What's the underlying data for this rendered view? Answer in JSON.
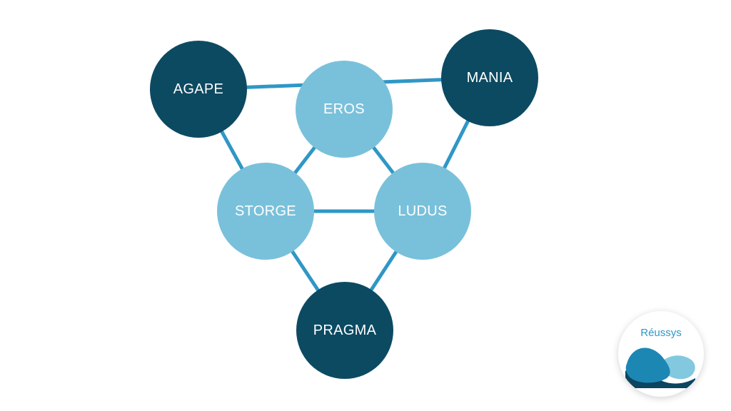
{
  "diagram": {
    "nodes": [
      {
        "id": "agape",
        "label": "AGAPE",
        "variant": "dark"
      },
      {
        "id": "mania",
        "label": "MANIA",
        "variant": "dark"
      },
      {
        "id": "eros",
        "label": "EROS",
        "variant": "light"
      },
      {
        "id": "storge",
        "label": "STORGE",
        "variant": "light"
      },
      {
        "id": "ludus",
        "label": "LUDUS",
        "variant": "light"
      },
      {
        "id": "pragma",
        "label": "PRAGMA",
        "variant": "dark"
      }
    ],
    "edges": [
      [
        "agape",
        "mania"
      ],
      [
        "agape",
        "storge"
      ],
      [
        "mania",
        "ludus"
      ],
      [
        "eros",
        "storge"
      ],
      [
        "eros",
        "ludus"
      ],
      [
        "storge",
        "ludus"
      ],
      [
        "storge",
        "pragma"
      ],
      [
        "ludus",
        "pragma"
      ]
    ]
  },
  "logo": {
    "text": "Réussys",
    "icon": "wave-logo"
  },
  "colors": {
    "dark_node": "#0c4a62",
    "light_node": "#79c1db",
    "edge": "#2f97c6",
    "label_text": "#ffffff",
    "logo_text": "#2f97c6",
    "logo_wave_dark": "#1d87b4",
    "logo_wave_light": "#82c8df",
    "logo_wave_deep": "#0b4560"
  }
}
